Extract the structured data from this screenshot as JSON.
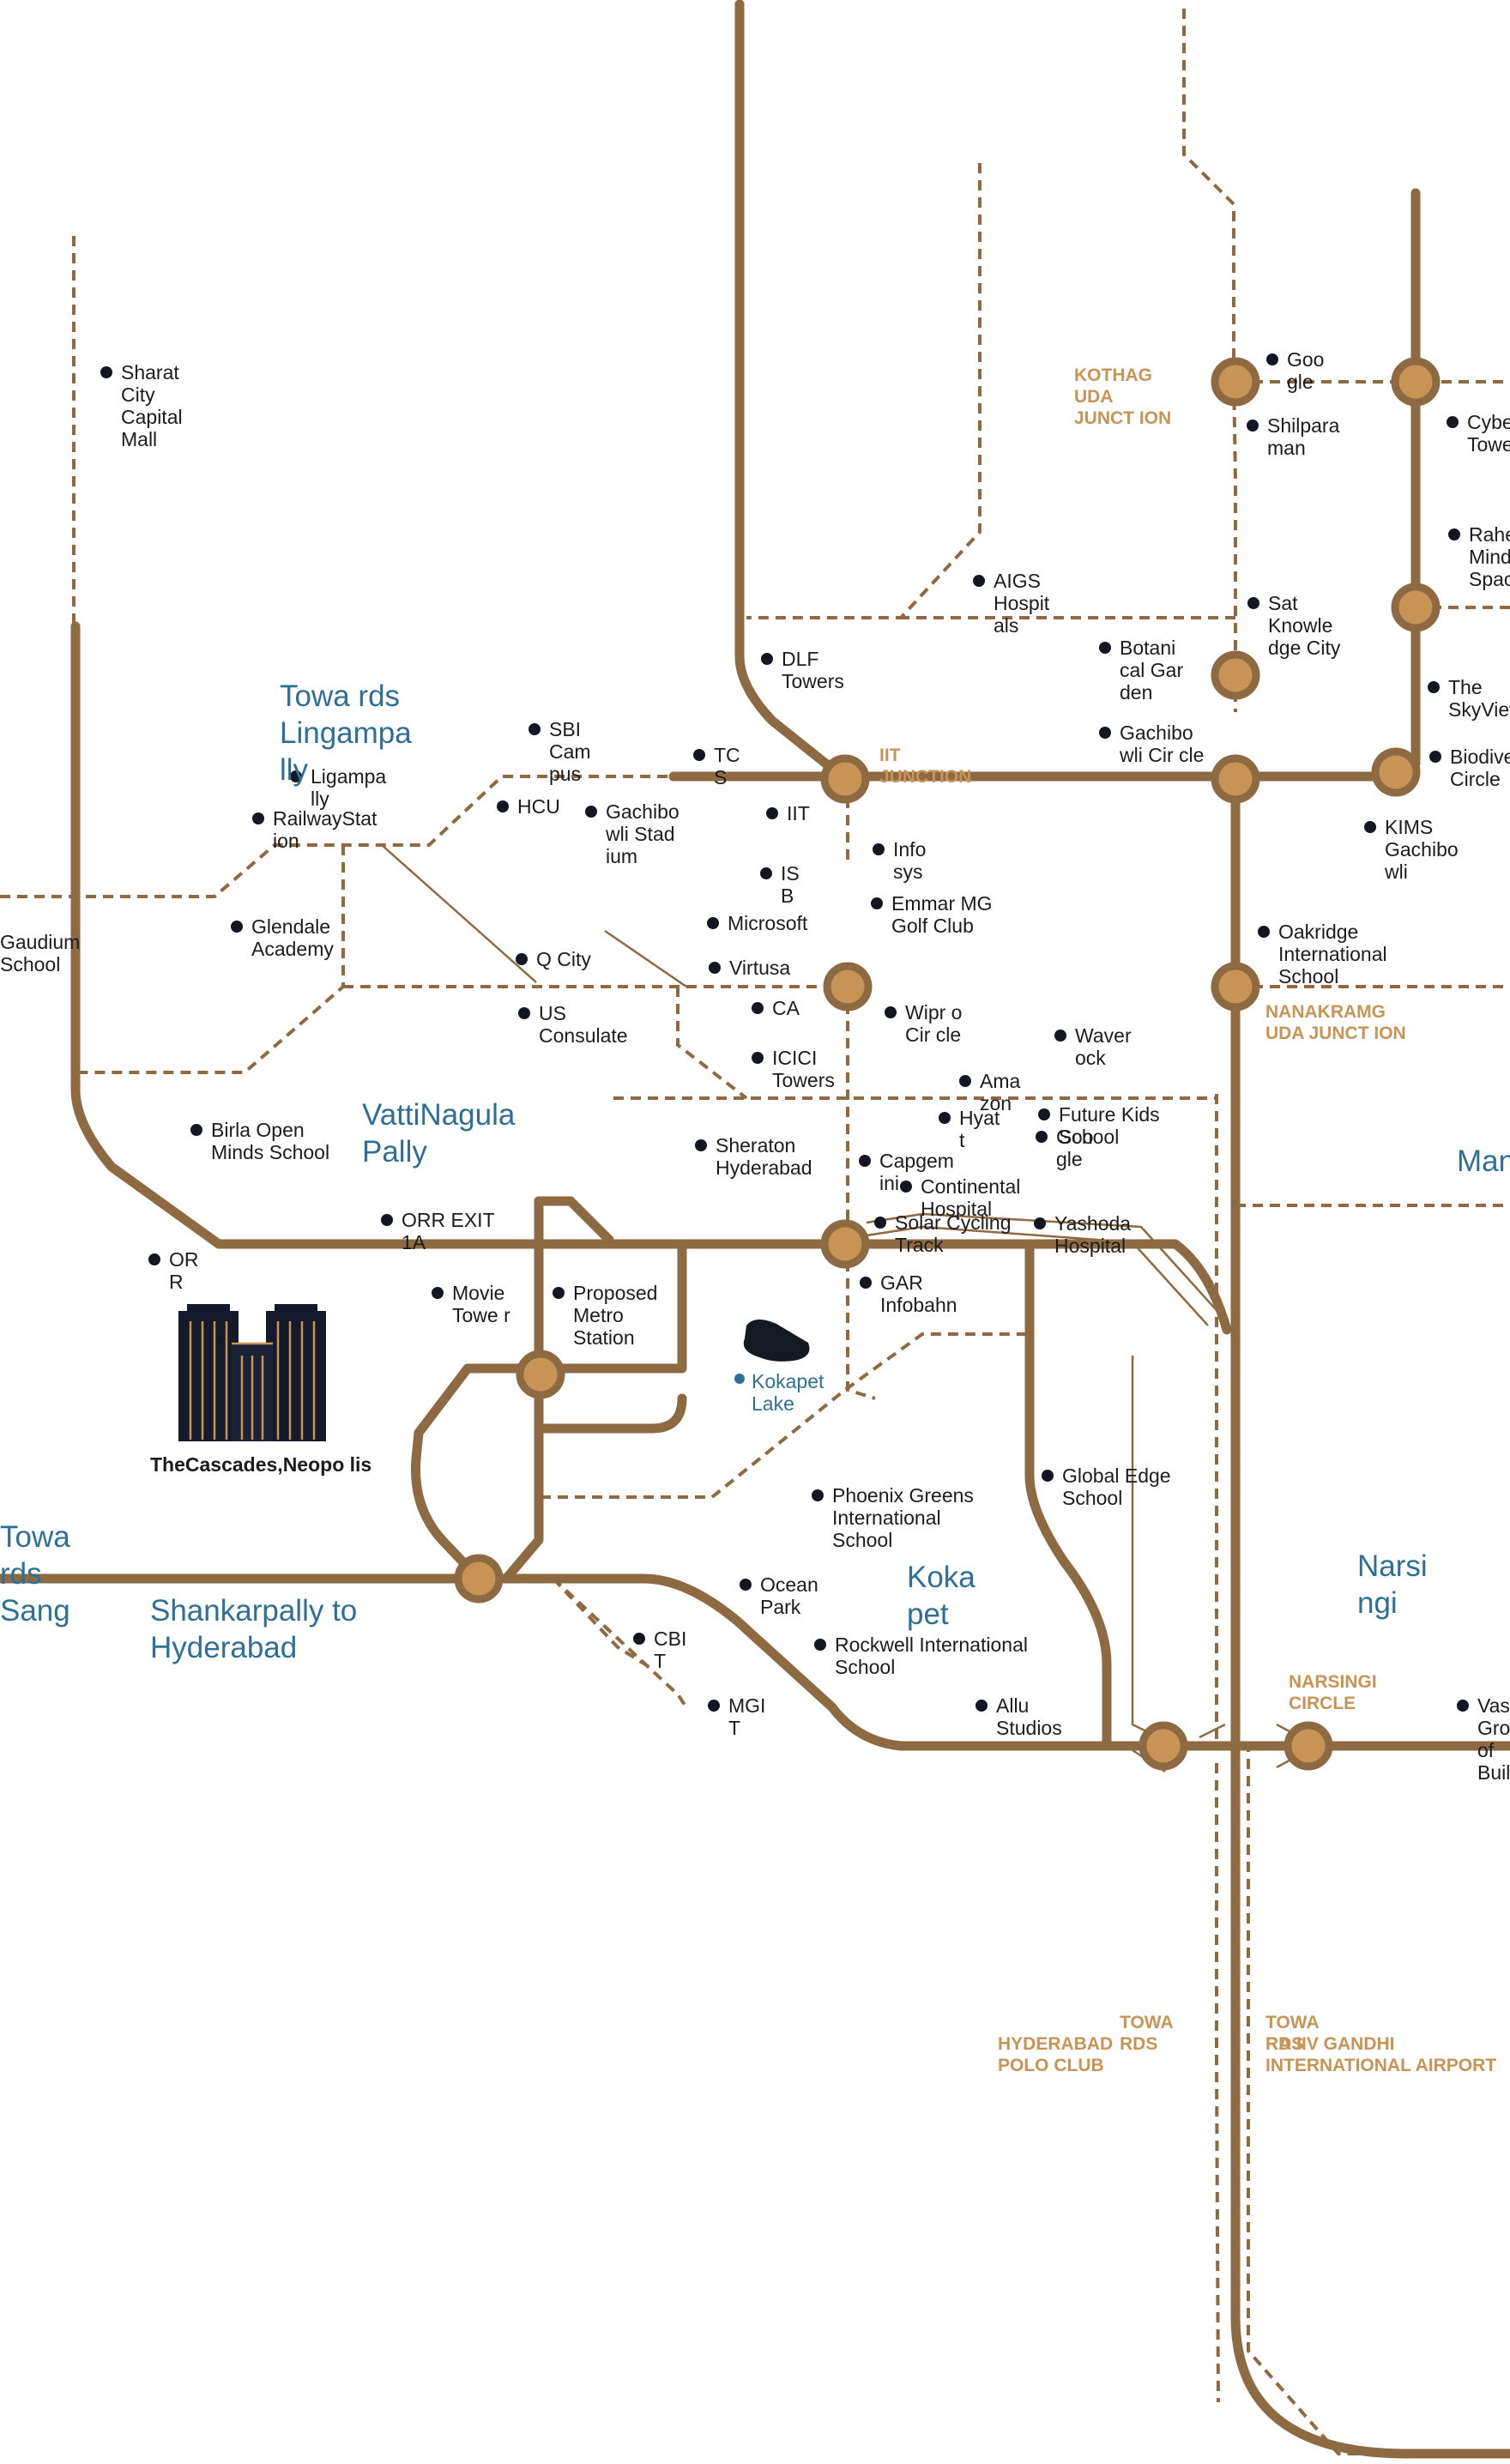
{
  "colors": {
    "road": "#8e6a43",
    "road_dark": "#7a5a37",
    "junction_ring": "#8e6a43",
    "junction_fill": "#c89456",
    "poi_dot": "#141722",
    "area_text": "#2f6f96",
    "junction_text": "#c89456",
    "lake": "#141a22"
  },
  "poi_labels": [
    "Sharat City Capital Mall",
    "Goo gle",
    "Shilpara man",
    "Cyber Towers",
    "Raheja Mind Space",
    "AIGS Hospit als",
    "Sat Knowle dge City",
    "DLF Towers",
    "Botani cal Gar den",
    "The SkyView",
    "SBI Cam pus",
    "TC S",
    "Gachibo wli Cir cle",
    "Biodiversity Circle",
    "Ligampa lly",
    "HCU",
    "Gachibo wli Stad ium",
    "IIT",
    "RailwayStat ion",
    "KIMS Gachibo wli",
    "Info sys",
    "IS B",
    "Emmar MG Golf Club",
    "Microsoft",
    "Gaudium School",
    "Glendale Academy",
    "Oakridge International School",
    "Q City",
    "Virtusa",
    "CA",
    "Wipr o Cir cle",
    "US Consulate",
    "Waver ock",
    "ICICI Towers",
    "Ama zon",
    "Hyat t",
    "Future Kids School",
    "Birla Open Minds School",
    "Goo gle",
    "Sheraton Hyderabad",
    "Capgem ini",
    "Continental Hospital",
    "Solar Cycling Track",
    "Yashoda Hospital",
    "OR R",
    "ORR EXIT 1A",
    "Movie Towe r",
    "Proposed Metro Station",
    "GAR Infobahn",
    "Global Edge School",
    "Phoenix Greens International School",
    "Ocean Park",
    "CBI T",
    "Rockwell International School",
    "MGI T",
    "Allu Studios",
    "Vasavi Group of Builders"
  ],
  "area_labels": [
    "Towa rds Lingampa lly",
    "VattiNagula Pally",
    "Manikonda",
    "Towa rds Sangareddy",
    "Shankarpally to Hyderabad",
    "Koka pet",
    "Narsi ngi"
  ],
  "junction_labels": [
    "KOTHAG UDA JUNCT ION",
    "IIT JUNCTION",
    "NANAKRAMG UDA JUNCT ION",
    "NARSINGI CIRCLE",
    "HYDERABAD POLO CLUB",
    "TOWA RDS",
    "TOWA RDS",
    "RAJIV GANDHI INTERNATIONAL AIRPORT"
  ],
  "building_label": "TheCascades,Neopo lis",
  "lake_label": "Kokapet Lake",
  "icons": [
    "poi-dot",
    "junction-circle",
    "building-towers",
    "lake-shape"
  ]
}
